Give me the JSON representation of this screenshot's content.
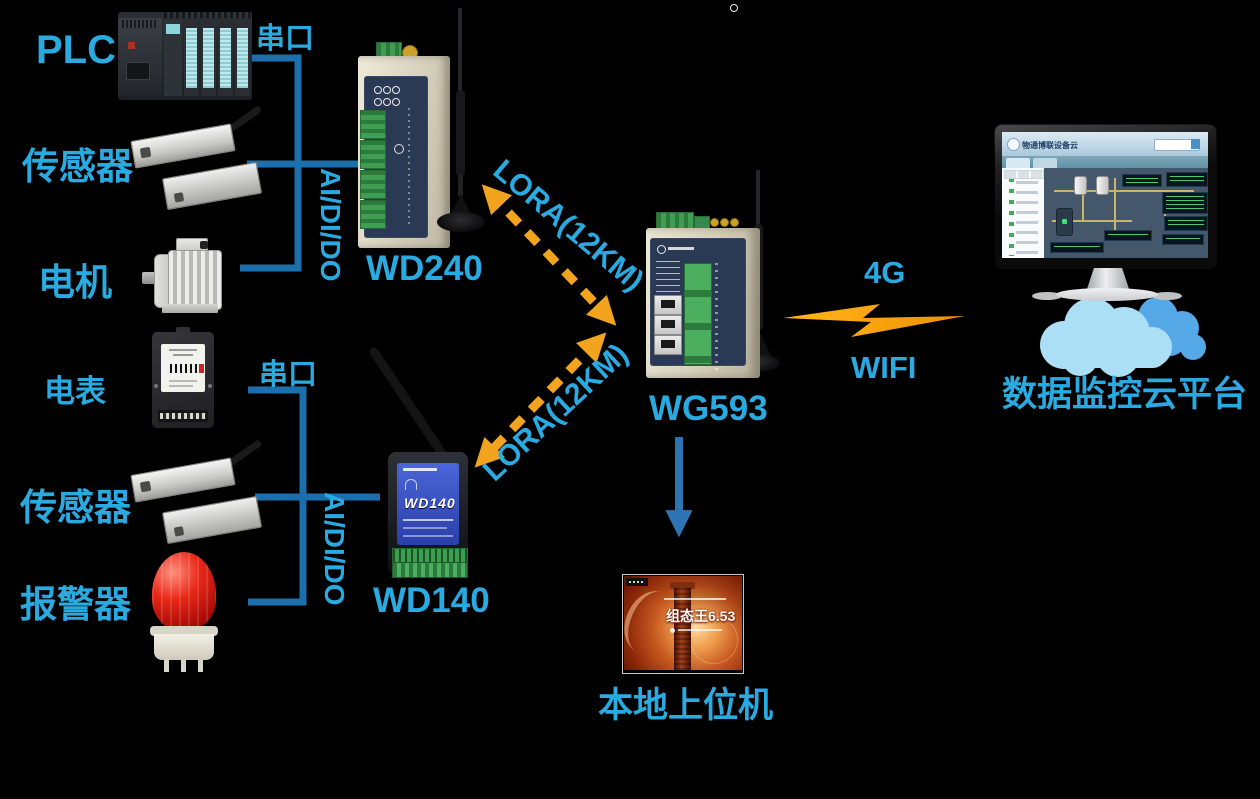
{
  "colors": {
    "label": "#29ABE2",
    "bus_line": "#1C6FAD",
    "lora_arrow": "#F2A41E",
    "down_arrow": "#2E74B5",
    "lightning": "#FBA81C",
    "cloud_front": "#ABDFF6",
    "cloud_back": "#55A9E6"
  },
  "field_devices_top": [
    {
      "label": "PLC"
    },
    {
      "label": "传感器"
    },
    {
      "label": "电机"
    }
  ],
  "field_devices_bottom": [
    {
      "label": "电表"
    },
    {
      "label": "传感器"
    },
    {
      "label": "报警器"
    }
  ],
  "buses": {
    "serial_top": "串口",
    "io_top": "AI/DI/DO",
    "serial_bottom": "串口",
    "io_bottom": "AI/DI/DO"
  },
  "nodes": {
    "wd240": "WD240",
    "wd140": "WD140",
    "wd140_panel": "WD140",
    "wg593": "WG593"
  },
  "links": {
    "lora_top": "LORA(12KM)",
    "lora_bottom": "LORA(12KM)",
    "cellular": "4G",
    "wifi": "WIFI"
  },
  "cloud_platform": {
    "label": "数据监控云平台",
    "screen_header": "物通博联设备云"
  },
  "local_host": {
    "label": "本地上位机",
    "splash_title": "组态王6.53"
  }
}
